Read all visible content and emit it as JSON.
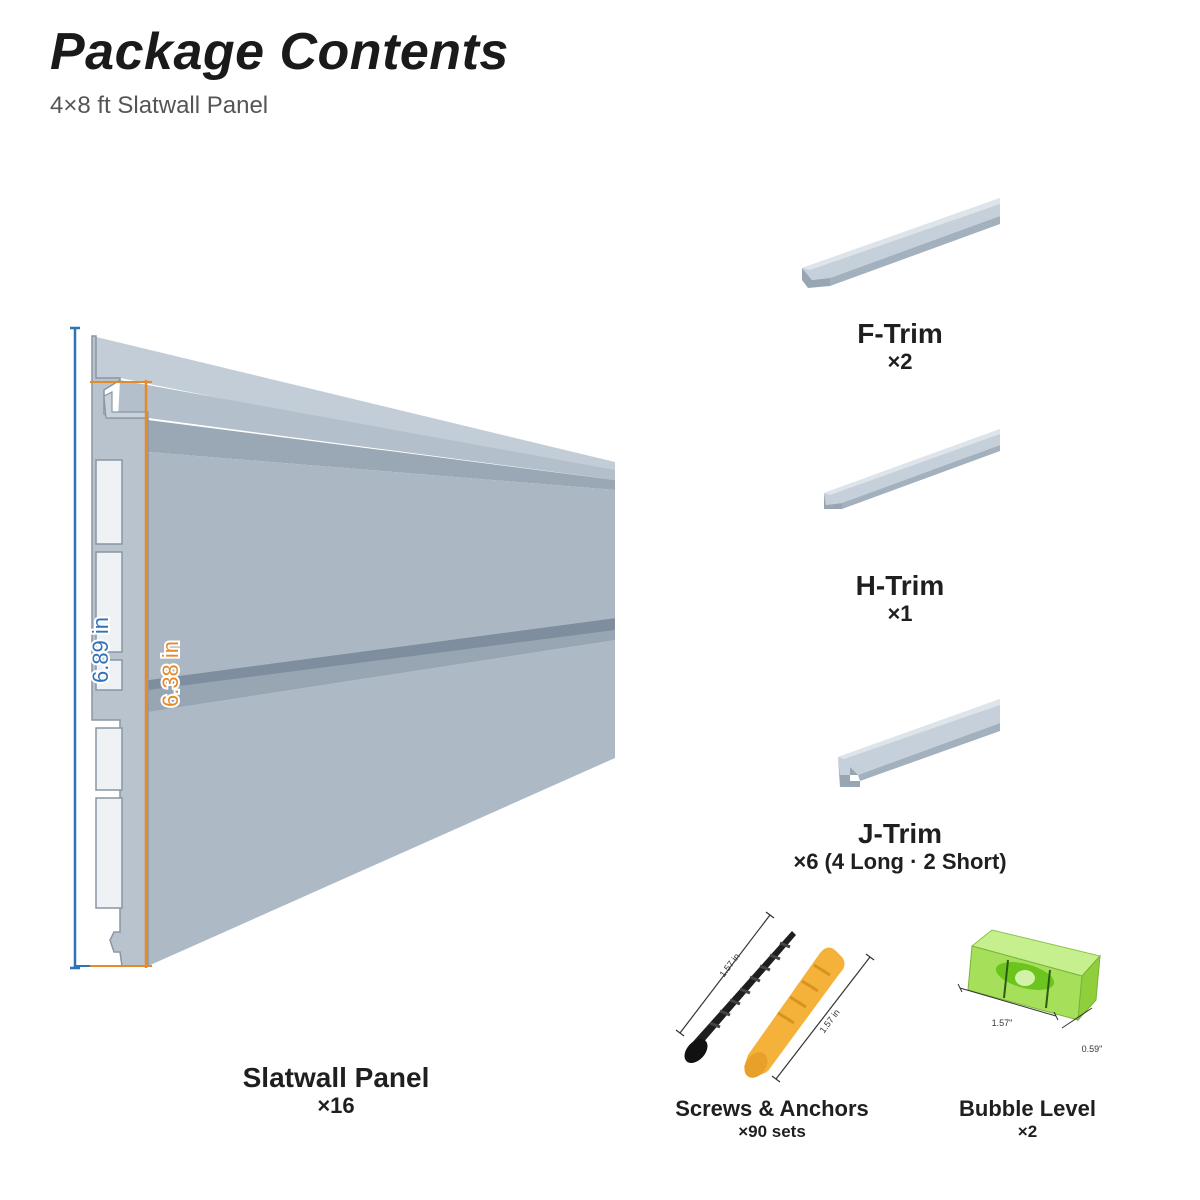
{
  "header": {
    "title": "Package Contents",
    "subtitle": "4×8 ft Slatwall Panel"
  },
  "items": [
    {
      "name": "Slatwall Panel",
      "quantity": "×16"
    },
    {
      "name": "F-Trim",
      "quantity": "×2"
    },
    {
      "name": "H-Trim",
      "quantity": "×1"
    },
    {
      "name": "J-Trim",
      "quantity": "×6 (4 Long · 2 Short)"
    },
    {
      "name": "Screws & Anchors",
      "quantity": "×90 sets"
    },
    {
      "name": "Bubble Level",
      "quantity": "×2"
    }
  ],
  "dimensions": {
    "panel_outer": "6.89 in",
    "panel_inner": "6.38 in",
    "screw_length": "1.57 in",
    "anchor_length": "1.57 in",
    "level_length": "1.57\"",
    "level_width": "0.59\""
  },
  "colors": {
    "panel": "#a9b6c2",
    "panel_dark": "#8e9cab",
    "panel_light": "#c6d0da",
    "dim_blue": "#2e72b8",
    "dim_orange": "#e48a2c",
    "anchor_yellow": "#f4b23b",
    "screw_black": "#1e1e1e",
    "level_green": "#7ed321"
  }
}
